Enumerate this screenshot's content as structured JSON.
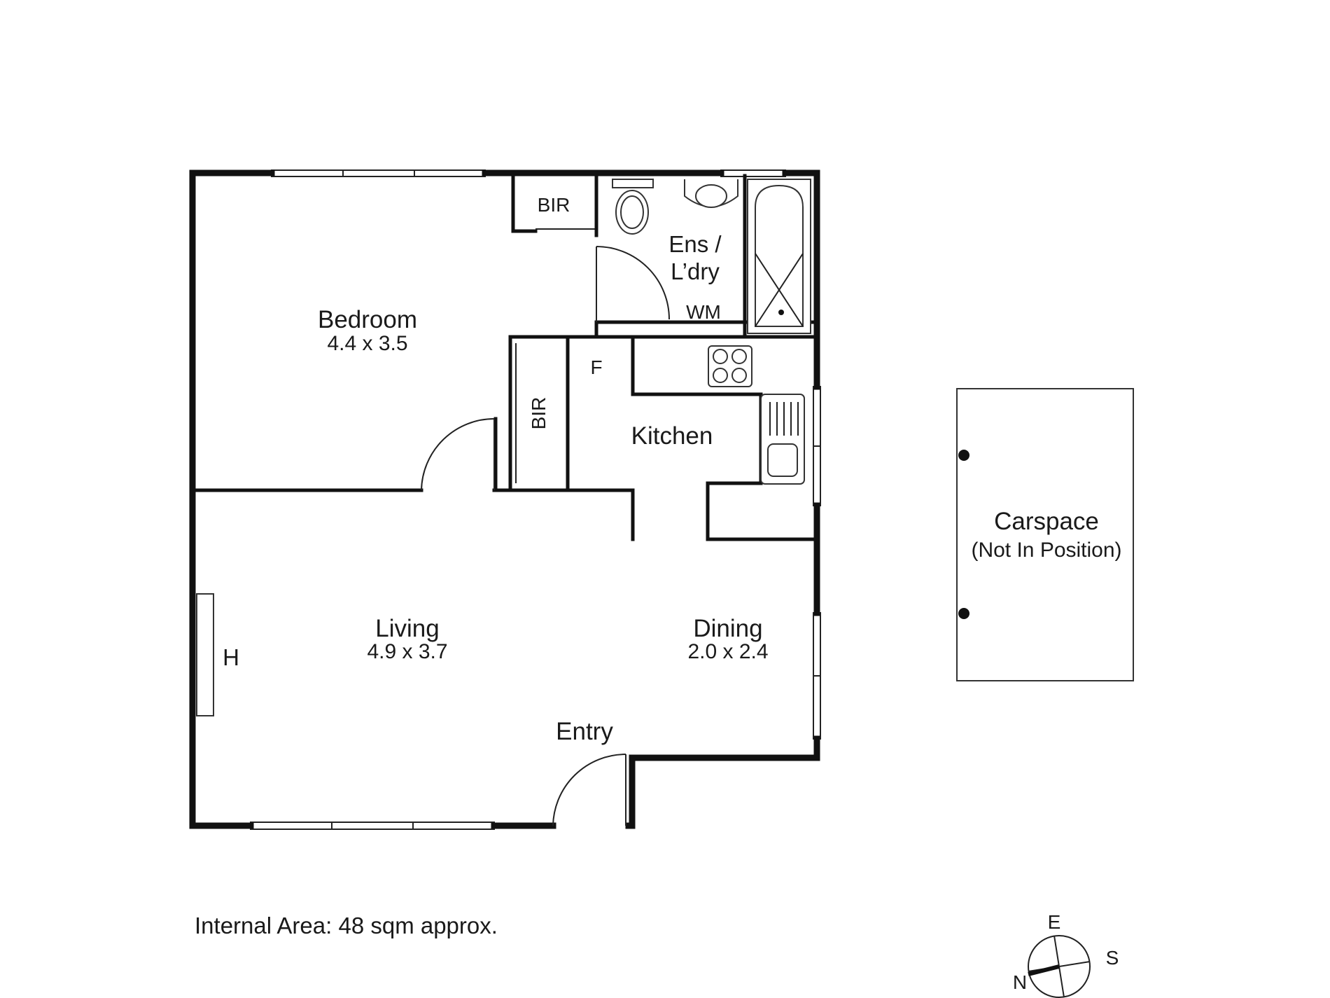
{
  "rooms": {
    "bedroom": {
      "name": "Bedroom",
      "size": "4.4 x 3.5"
    },
    "bir_top": {
      "name": "BIR"
    },
    "bir_side": {
      "name": "BIR"
    },
    "ensuite": {
      "line1": "Ens /",
      "line2": "L’dry",
      "wm": "WM"
    },
    "fridge": {
      "name": "F"
    },
    "kitchen": {
      "name": "Kitchen"
    },
    "living": {
      "name": "Living",
      "size": "4.9 x 3.7"
    },
    "dining": {
      "name": "Dining",
      "size": "2.0 x 2.4"
    },
    "heater": {
      "name": "H"
    },
    "entry": {
      "name": "Entry"
    },
    "carspace": {
      "name": "Carspace",
      "note": "(Not In Position)"
    }
  },
  "internal_area": "Internal Area: 48 sqm approx.",
  "compass": {
    "e": "E",
    "s": "S",
    "n": "N"
  }
}
